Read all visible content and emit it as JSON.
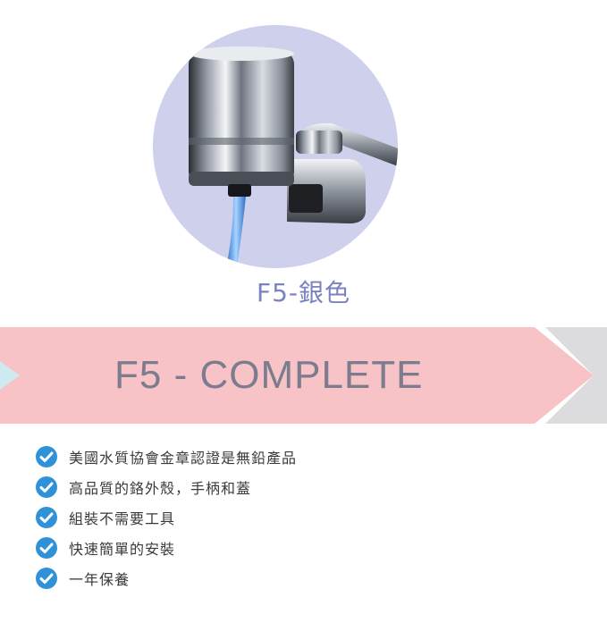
{
  "product": {
    "image_icon": "faucet-filter-image",
    "variant_label": "F5-銀色"
  },
  "banner": {
    "title": "F5 - COMPLETE",
    "colors": {
      "main": "#f7c3c6",
      "secondary": "#dcdcde",
      "notch": "#cfe9f1",
      "title": "#7d7c8e"
    }
  },
  "features": {
    "icon": "check-circle-icon",
    "items": [
      "美國水質協會金章認證是無鉛產品",
      "高品質的鉻外殼，手柄和蓋",
      "組裝不需要工具",
      "快速簡單的安裝",
      "一年保養"
    ]
  },
  "colors": {
    "circle": "#cfd0ec",
    "accent": "#2f92d9",
    "label": "#7b82c0"
  }
}
